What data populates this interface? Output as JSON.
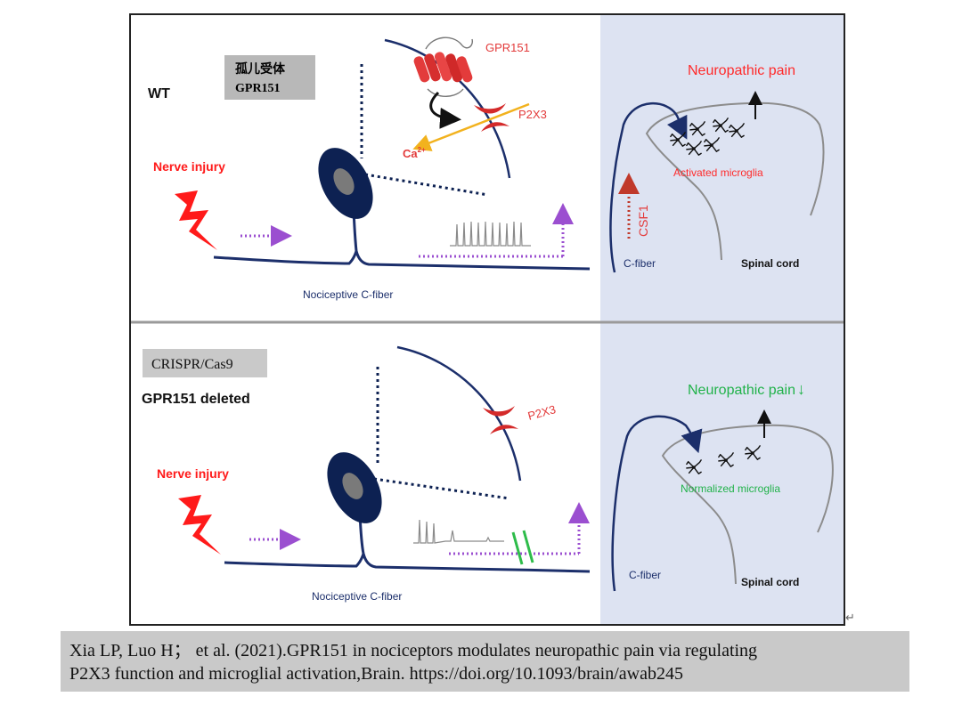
{
  "top_panel": {
    "condition_label": "WT",
    "note_line1": "孤儿受体",
    "note_line2": "GPR151",
    "injury_label": "Nerve injury",
    "fiber_label": "Nociceptive C-fiber",
    "receptor_label": "GPR151",
    "channel_label": "P2X3",
    "ion_label": "Ca",
    "ion_charge": "2+",
    "outcome_label": "Neuropathic pain",
    "microglia_label": "Activated microglia",
    "signal_label": "CSF1",
    "cfiber_label": "C-fiber",
    "cord_label": "Spinal cord"
  },
  "bottom_panel": {
    "method_label": "CRISPR/Cas9",
    "condition_label": "GPR151 deleted",
    "injury_label": "Nerve injury",
    "fiber_label": "Nociceptive C-fiber",
    "channel_label": "P2X3",
    "outcome_label": "Neuropathic pain",
    "outcome_arrow": "↓",
    "microglia_label": "Normalized microglia",
    "cfiber_label": "C-fiber",
    "cord_label": "Spinal cord"
  },
  "citation": {
    "line1": "Xia LP, Luo H； et al. (2021).GPR151 in nociceptors modulates neuropathic pain via regulating",
    "line2": "P2X3 function and microglial activation,Brain. https://doi.org/10.1093/brain/awab245"
  },
  "colors": {
    "fiber": "#1c2f6b",
    "neuron": "#0d2152",
    "injury": "#ff1a1a",
    "signal_arrow": "#9b4fd0",
    "ca_arrow": "#f2b21e",
    "block": "#2ebc4a",
    "spinal_bg": "#dde3f2",
    "outcome_up": "#ff2a2a",
    "outcome_down": "#21b24a",
    "note_box": "#b8b8b8"
  }
}
